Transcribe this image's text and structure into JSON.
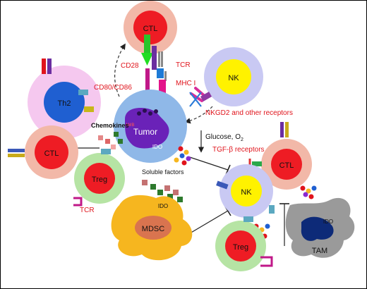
{
  "cells": {
    "ctl_top": "CTL",
    "nk_top": "NK",
    "th2": "Th2",
    "ctl_left": "CTL",
    "tumor": "Tumor",
    "treg_left": "Treg",
    "ctl_right": "CTL",
    "nk_mid": "NK",
    "mdsc": "MDSC",
    "treg_bottom": "Treg",
    "tam": "TAM"
  },
  "labels": {
    "cd28": "CD28",
    "tcr_top": "TCR",
    "mhc": "MHC I",
    "cd80": "CD80/CD86",
    "nkgd2": "NKGD2 and other receptors",
    "chemokines": "Chemokines",
    "glucose": "Glucose, O",
    "glucose_sub": "2",
    "tgf": "TGF-β receptors",
    "soluble": "Soluble factors",
    "tcr_left": "TCR",
    "ido_tumor": "IDO",
    "ido_mdsc": "IDO",
    "ido_tam": "IDO",
    "tumor_small": "AMB"
  },
  "colors": {
    "ctl_outer": "#f2b8a8",
    "ctl_inner": "#ee1c24",
    "nk_outer": "#c9c9f3",
    "nk_inner": "#fff200",
    "th2_outer": "#f5c8ef",
    "th2_inner": "#1f5fd1",
    "treg_outer": "#b6e4a4",
    "treg_inner": "#ee1c24",
    "tumor_outer": "#8fb8e8",
    "tumor_nucleus": "#6a22b8",
    "mdsc_outer": "#f6b61f",
    "mdsc_nucleus": "#d9744f",
    "tam_outer": "#9a9a9a",
    "tam_nucleus": "#0d2a78",
    "label_red": "#e0141c"
  }
}
